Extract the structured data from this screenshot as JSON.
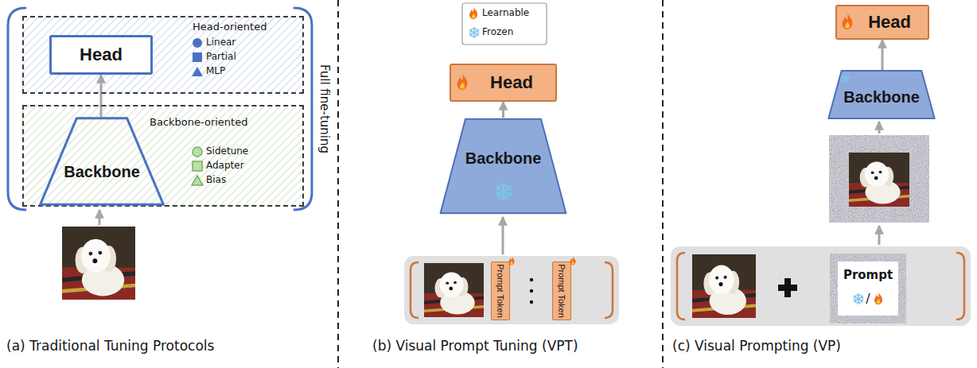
{
  "diagram": {
    "nodes": [
      {
        "text": [
          "Full fine-tuning"
        ]
      },
      {
        "text": [
          "Head-oriented"
        ],
        "in": 0
      },
      {
        "text": [
          "Head"
        ],
        "in": 1
      },
      {
        "text": [
          "Backbone-oriented"
        ],
        "in": 0
      },
      {
        "text": [
          "Backbone"
        ],
        "in": 3
      },
      {
        "text": [
          "Head"
        ]
      },
      {
        "text": [
          "Backbone"
        ]
      },
      {
        "text": [
          "Prompt Token"
        ]
      },
      {
        "text": [
          "Prompt Token"
        ]
      },
      {
        "text": [
          "Head"
        ]
      },
      {
        "text": [
          "Backbone"
        ]
      },
      {
        "text": [
          "Prompt",
          "/"
        ]
      }
    ],
    "edges": [
      {
        "from": 4,
        "to": 2,
        "arrow": "to"
      },
      {
        "from": 6,
        "to": 5,
        "arrow": "to"
      },
      {
        "from": 10,
        "to": 9,
        "arrow": "to"
      }
    ],
    "labels": [
      "(a) Traditional Tuning Protocols",
      "(b) Visual Prompt Tuning (VPT)",
      "(c) Visual Prompting (VP)"
    ],
    "legend": [
      {
        "text": "Learnable"
      },
      {
        "text": "Frozen"
      },
      {
        "text": "Linear"
      },
      {
        "text": "Partial"
      },
      {
        "text": "MLP"
      },
      {
        "text": "Sidetune"
      },
      {
        "text": "Adapter"
      },
      {
        "text": "Bias"
      }
    ]
  }
}
